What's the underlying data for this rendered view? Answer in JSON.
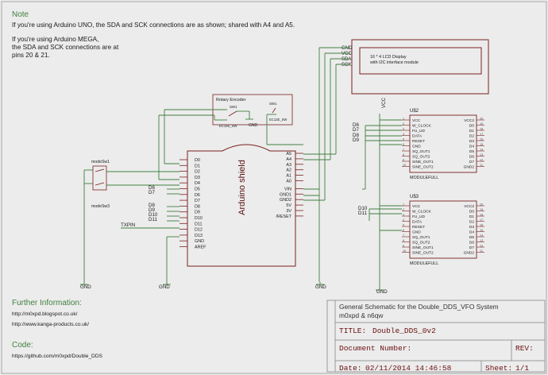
{
  "notes": {
    "heading": "Note",
    "line1": "If you're using Arduino UNO, the SDA and SCK connections are as shown; shared with A4 and A5.",
    "mega1": "If you're using Arduino MEGA,",
    "mega2": "the SDA and SCK connections are at",
    "mega3": "pins 20 & 21."
  },
  "info": {
    "heading": "Further Information:",
    "link1": "http://m0xpd.blogspot.co.uk/",
    "link2": "http://www.kanga-products.co.uk/",
    "code_heading": "Code:",
    "code_link": "https://github.com/m0xpd/Double_DDS"
  },
  "lcd": {
    "title": "16 * 4 LCD Display",
    "subtitle": "with I2C interface module",
    "pins": [
      "GND",
      "VCC",
      "SDA",
      "SCK"
    ]
  },
  "encoder": {
    "title": "Rotary Encoder",
    "sw1": "SW1",
    "sw1_part": "EC12E_SW",
    "sw2": "SW1",
    "sw2_part": "EC12E_SW",
    "gnd": "GND"
  },
  "arduino": {
    "name": "Arduino shield",
    "left_pins": [
      "D0",
      "D1",
      "D2",
      "D3",
      "D4",
      "D5",
      "D6",
      "D7",
      "D8",
      "D9",
      "D10",
      "D11",
      "D12",
      "D13",
      "GND",
      "AREF"
    ],
    "right_pins": [
      "A5",
      "A4",
      "A3",
      "A2",
      "A1",
      "A0",
      "VIN",
      "GND1",
      "GND2",
      "5V",
      "3V",
      "/RESET"
    ]
  },
  "nets": {
    "d6": "D6",
    "d7": "D7",
    "d8": "D8",
    "d9": "D9",
    "d10": "D10",
    "d11": "D11",
    "txpin": "TXPIN"
  },
  "mode": {
    "sw1": "modeSw1",
    "sw3": "modeSw3"
  },
  "gnd_label": "GND",
  "vcc_label": "VCC",
  "u2": {
    "ref": "U$2",
    "part": "MODULEFULL",
    "left_pins": [
      "VCC",
      "W_CLOCK",
      "FU_UD",
      "DATA",
      "RESET",
      "GND",
      "SQ_OUT1",
      "SQ_OUT2",
      "SINE_OUT1",
      "SINE_OUT2"
    ],
    "right_pins": [
      "VCC2",
      "D0",
      "D1",
      "D2",
      "D3",
      "D4",
      "D5",
      "D6",
      "D7",
      "GND2"
    ],
    "left_nums": [
      "1",
      "2",
      "3",
      "4",
      "5",
      "6",
      "7",
      "8",
      "9",
      "10"
    ],
    "right_nums": [
      "20",
      "19",
      "18",
      "17",
      "16",
      "15",
      "14",
      "13",
      "12",
      "11"
    ],
    "nets": [
      "D6",
      "D7",
      "D8",
      "D9"
    ]
  },
  "u3": {
    "ref": "U$3",
    "part": "MODULEFULL",
    "left_pins": [
      "VCC",
      "W_CLOCK",
      "FU_UD",
      "DATA",
      "RESET",
      "GND",
      "SQ_OUT1",
      "SQ_OUT2",
      "SINE_OUT1",
      "SINE_OUT2"
    ],
    "right_pins": [
      "VCC2",
      "D0",
      "D1",
      "D2",
      "D3",
      "D4",
      "D5",
      "D6",
      "D7",
      "GND2"
    ],
    "left_nums": [
      "1",
      "2",
      "3",
      "4",
      "5",
      "6",
      "7",
      "8",
      "9",
      "10"
    ],
    "right_nums": [
      "20",
      "19",
      "18",
      "17",
      "16",
      "15",
      "14",
      "13",
      "12",
      "11"
    ],
    "nets": [
      "D10",
      "D11"
    ]
  },
  "titleblock": {
    "heading1": "General Schematic for the Double_DDS_VFO System",
    "heading2": "m0xpd & n6qw",
    "title_label": "TITLE:",
    "title_value": "Double_DDS_0v2",
    "doc_label": "Document Number:",
    "rev_label": "REV:",
    "date_label": "Date:",
    "date_value": "02/11/2014 14:46:58",
    "sheet_label": "Sheet:",
    "sheet_value": "1/1"
  },
  "colors": {
    "wire": "#3f7f3f",
    "part": "#7a2020",
    "frame": "#9a9a9a"
  }
}
